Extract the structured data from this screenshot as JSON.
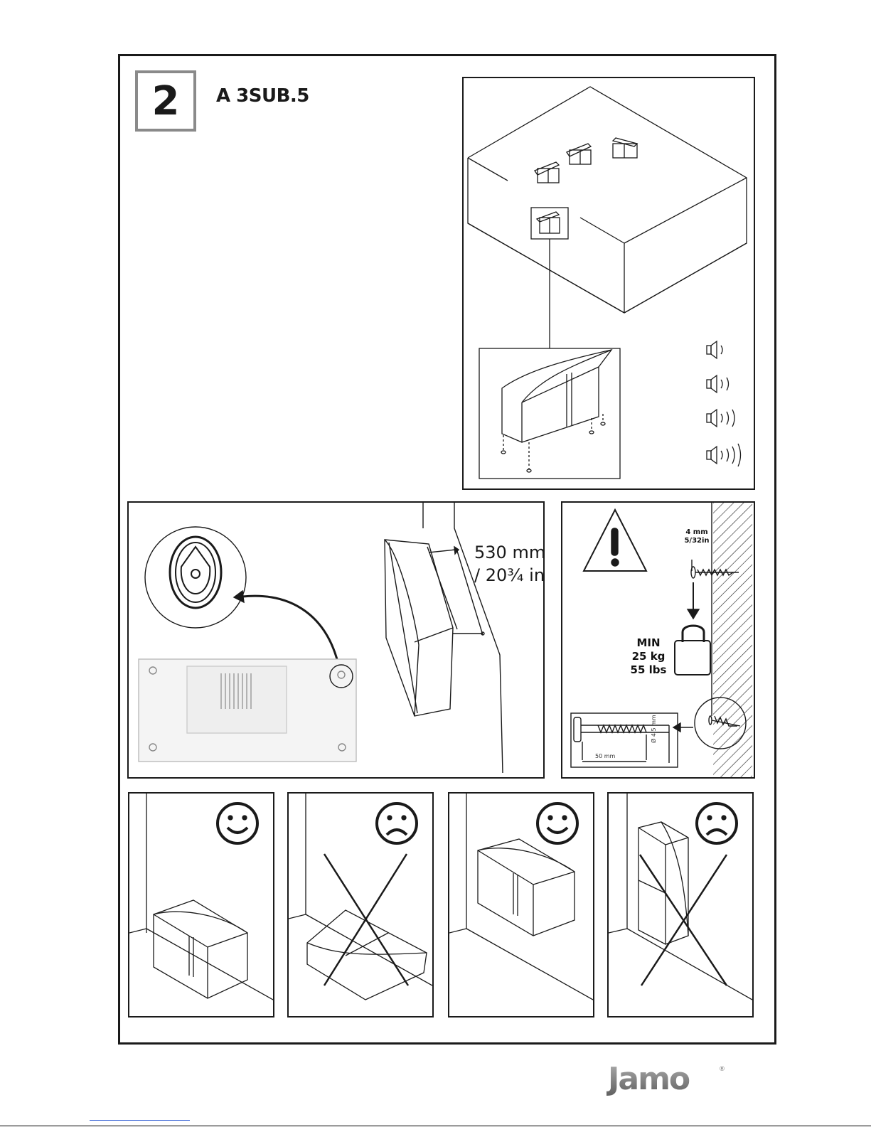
{
  "step": {
    "number": "2"
  },
  "model": {
    "name": "A 3SUB.5"
  },
  "wall_mount": {
    "distance_mm": "530 mm",
    "distance_in": "/ 20¾ in"
  },
  "screw": {
    "head_mm": "4 mm",
    "head_in": "5/32in",
    "min_label": "MIN",
    "min_kg": "25 kg",
    "min_lbs": "55 lbs",
    "length": "50 mm",
    "diameter": "Ø 4.5 mm"
  },
  "placement": [
    {
      "name": "floor-near-wall",
      "verdict": "good",
      "icon": "smiley-happy-icon"
    },
    {
      "name": "floor-tilted",
      "verdict": "bad",
      "icon": "smiley-sad-icon"
    },
    {
      "name": "wall-mounted",
      "verdict": "good",
      "icon": "smiley-happy-icon"
    },
    {
      "name": "stacked-vertical",
      "verdict": "bad",
      "icon": "smiley-sad-icon"
    }
  ],
  "brand": {
    "logo_text": "Jamo"
  },
  "colors": {
    "ink": "#1a1a1a",
    "gray": "#8a8a8a",
    "logo": "#7d7d7d"
  }
}
